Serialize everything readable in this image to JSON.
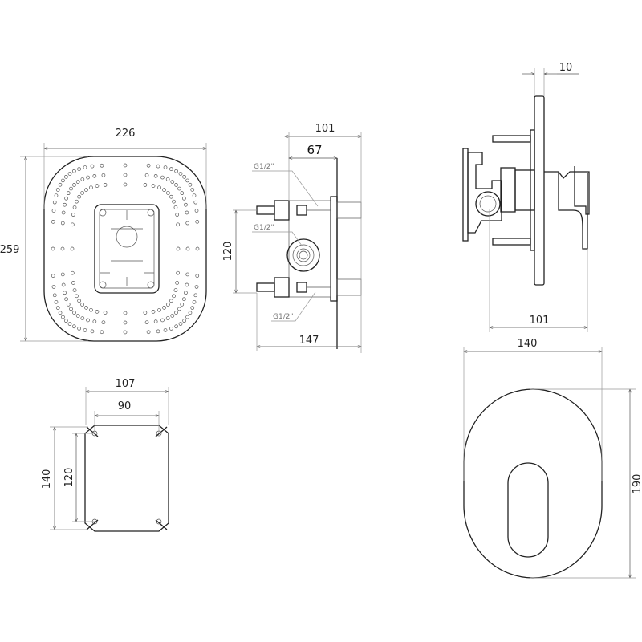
{
  "front_view": {
    "width": "226",
    "height": "259"
  },
  "side_view": {
    "depth_total": "101",
    "depth_inner": "67",
    "pipe_spacing": "120",
    "overall": "147",
    "thread_top": "G1/2\"",
    "thread_mid": "G1/2\"",
    "thread_bottom": "G1/2\""
  },
  "profile_view": {
    "plate_thickness": "10",
    "projection": "101"
  },
  "cover_view": {
    "width": "140",
    "height": "190"
  },
  "mount_plate": {
    "outer_width": "107",
    "inner_width": "90",
    "outer_height": "140",
    "inner_height": "120"
  },
  "colors": {
    "line": "#222222",
    "dim": "#555555",
    "leader": "#999999"
  }
}
